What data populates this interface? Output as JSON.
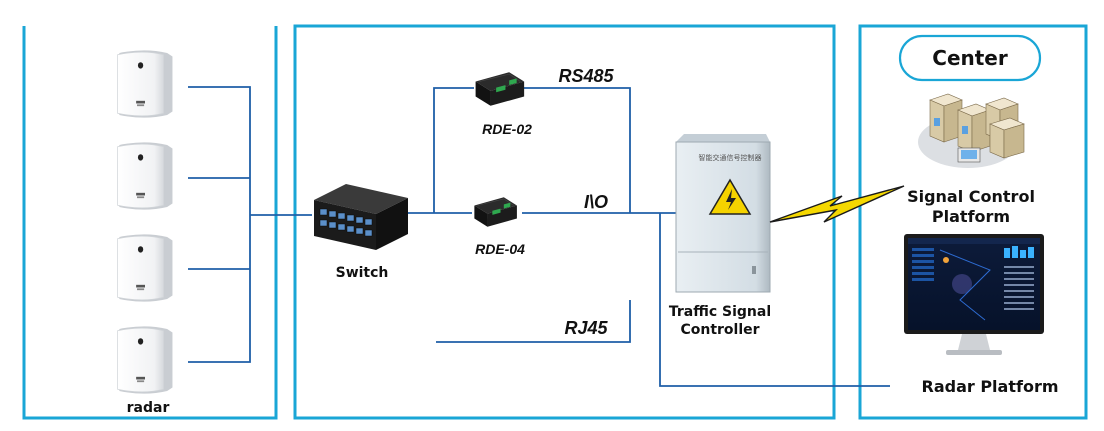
{
  "colors": {
    "frame": "#1aa6d6",
    "wire": "#1f5fa8",
    "sensor": "#f4f5f6",
    "cabinet": "#d9e3e9",
    "bolt": "#f5d800"
  },
  "labels": {
    "radar": "radar",
    "switch": "Switch",
    "rde02": "RDE-02",
    "rde04": "RDE-04",
    "rs485": "RS485",
    "io": "I\\O",
    "rj45": "RJ45",
    "controller_line1": "Traffic Signal",
    "controller_line2": "Controller",
    "center": "Center",
    "scp_line1": "Signal Control",
    "scp_line2": "Platform",
    "radar_platform": "Radar Platform"
  },
  "icons": {
    "radar_sensor": "radar-sensor-icon",
    "switch": "network-switch-icon",
    "converter": "serial-converter-icon",
    "cabinet": "traffic-cabinet-icon",
    "warning": "high-voltage-warning-icon",
    "wireless": "lightning-bolt-icon",
    "servers": "server-cluster-icon",
    "monitor": "monitor-icon"
  }
}
